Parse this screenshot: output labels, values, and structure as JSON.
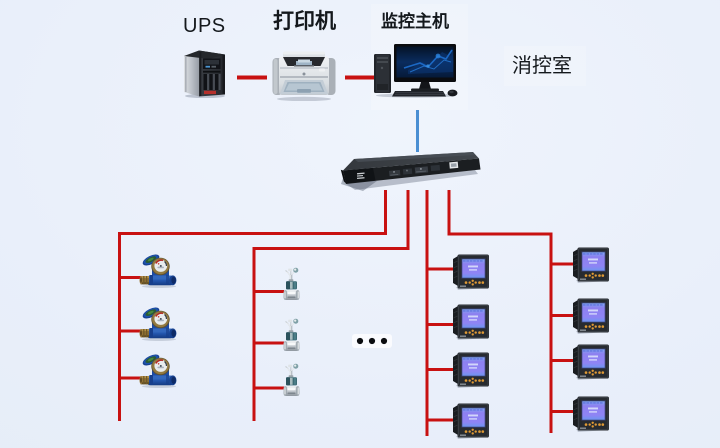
{
  "labels": {
    "ups": "UPS",
    "printer": "打印机",
    "host": "监控主机",
    "room": "消控室",
    "ellipsis": "..."
  },
  "colors": {
    "background": "#e8eef8",
    "line_red": "#c81111",
    "line_blue": "#4a8fd3",
    "label_text": "#14181c"
  },
  "devices": {
    "ups": {
      "label": "UPS",
      "icon": "ups-tower-icon"
    },
    "printer": {
      "label": "打印机",
      "icon": "printer-icon"
    },
    "host": {
      "label": "监控主机",
      "icon": "desktop-computer-icon"
    },
    "collector": {
      "icon": "rack-switch-icon"
    },
    "water_meters": {
      "icon": "water-meter-icon",
      "count": 3
    },
    "valves": {
      "icon": "valve-sensor-icon",
      "count": 3
    },
    "power_meters_left": {
      "icon": "power-meter-icon",
      "count": 4
    },
    "power_meters_right": {
      "icon": "power-meter-icon",
      "count": 4
    }
  }
}
